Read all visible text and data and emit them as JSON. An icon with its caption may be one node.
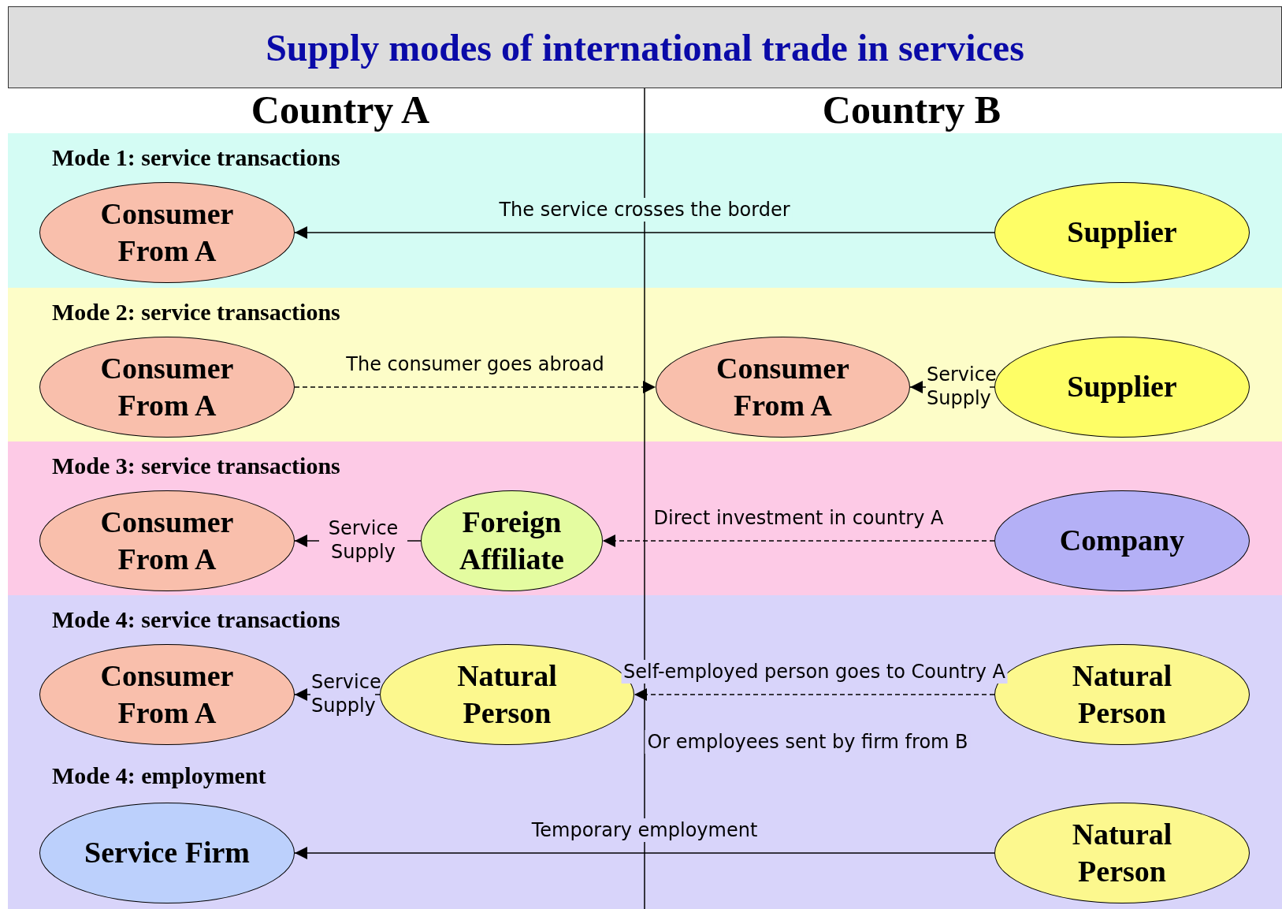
{
  "diagram": {
    "title": "Supply modes of international trade in services",
    "nodes": [
      {
        "text": [
          "Mode 1: service transactions"
        ]
      },
      {
        "text": [
          "Consumer From A"
        ],
        "in": 0
      },
      {
        "text": [
          "Supplier"
        ],
        "in": 0
      },
      {
        "text": [
          "Mode 2: service transactions"
        ]
      },
      {
        "text": [
          "Consumer From A"
        ],
        "in": 3
      },
      {
        "text": [
          "Consumer From A"
        ],
        "in": 3
      },
      {
        "text": [
          "Supplier"
        ],
        "in": 3
      },
      {
        "text": [
          "Mode 3: service transactions"
        ]
      },
      {
        "text": [
          "Consumer From A"
        ],
        "in": 7
      },
      {
        "text": [
          "Foreign Affiliate"
        ],
        "in": 7
      },
      {
        "text": [
          "Company"
        ],
        "in": 7
      },
      {
        "text": [
          "Mode 4: service transactions",
          "Mode 4: employment"
        ]
      },
      {
        "text": [
          "Consumer From A"
        ],
        "in": 11
      },
      {
        "text": [
          "Natural Person"
        ],
        "in": 11
      },
      {
        "text": [
          "Natural Person"
        ],
        "in": 11
      },
      {
        "text": [
          "Service Firm"
        ],
        "in": 11
      },
      {
        "text": [
          "Natural Person"
        ],
        "in": 11
      }
    ],
    "edges": [
      {
        "from": 2,
        "to": 1,
        "arrow": "to",
        "label": "The service crosses the border"
      },
      {
        "from": 4,
        "to": 5,
        "arrow": "to",
        "style": "dashed",
        "label": "The consumer goes abroad"
      },
      {
        "from": 6,
        "to": 5,
        "arrow": "to",
        "label": "Service Supply"
      },
      {
        "from": 9,
        "to": 8,
        "arrow": "to",
        "label": "Service Supply"
      },
      {
        "from": 10,
        "to": 9,
        "arrow": "to",
        "style": "dashed",
        "label": "Direct investment in country A"
      },
      {
        "from": 13,
        "to": 12,
        "arrow": "to",
        "label": "Service Supply"
      },
      {
        "from": 14,
        "to": 13,
        "arrow": "to",
        "style": "dashed",
        "label": "Self-employed person goes to Country A"
      },
      {
        "from": 16,
        "to": 15,
        "arrow": "to",
        "label": "Temporary employment"
      }
    ],
    "labels": [
      "Country A",
      "Country B",
      "Or employees sent by firm from B"
    ]
  }
}
